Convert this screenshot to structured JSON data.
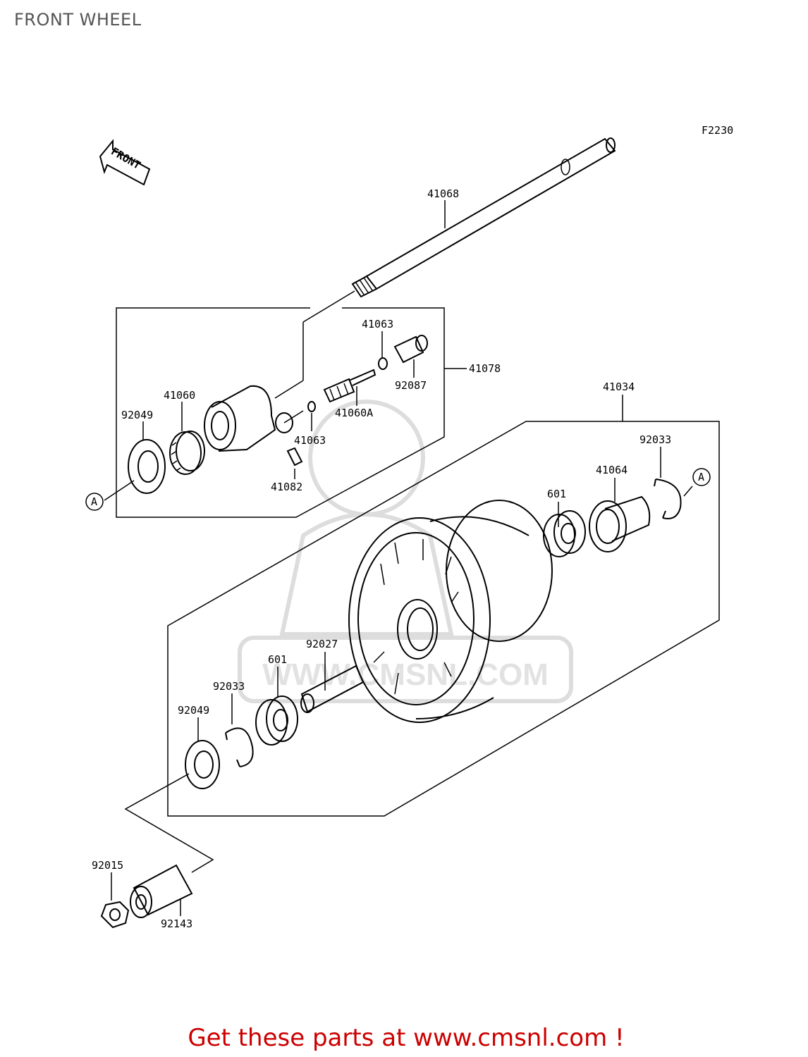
{
  "title": "FRONT WHEEL",
  "figure_code": "F2230",
  "front_arrow_label": "FRONT",
  "callout_ref": "A",
  "watermark": "WWW.CMSNL.COM",
  "parts": {
    "axle": "41068",
    "gear_housing_assy": "41078",
    "washer_upper": "41063",
    "fitting": "92087",
    "pinion": "41060A",
    "washer_lower": "41063",
    "gear": "41060",
    "seal_left": "92049",
    "key": "41082",
    "hub_assy": "41034",
    "circlip_right": "92033",
    "drive_collar": "41064",
    "bearing_right": "601",
    "spacer": "92027",
    "bearing_left": "601",
    "circlip_left": "92033",
    "seal_lower": "92049",
    "nut": "92015",
    "collar": "92143"
  },
  "footer_text": "Get these parts at www.cmsnl.com !",
  "colors": {
    "footer": "#cc0000",
    "title": "#555555",
    "watermark": "#dddddd"
  }
}
